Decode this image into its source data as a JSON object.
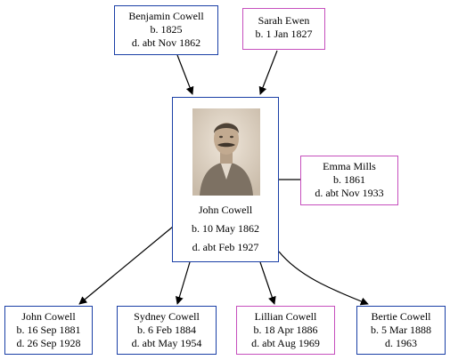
{
  "colors": {
    "male_border": "#1a3fa6",
    "female_border": "#c64fbd",
    "edge": "#000000"
  },
  "father": {
    "name": "Benjamin Cowell",
    "birth": "b. 1825",
    "death": "d. abt Nov 1862"
  },
  "mother": {
    "name": "Sarah Ewen",
    "birth": "b. 1 Jan 1827"
  },
  "person": {
    "name": "John Cowell",
    "birth": "b. 10 May 1862",
    "death": "d. abt Feb 1927",
    "photo": "sepia-portrait"
  },
  "spouse": {
    "name": "Emma Mills",
    "birth": "b. 1861",
    "death": "d. abt Nov 1933"
  },
  "children": [
    {
      "name": "John Cowell",
      "birth": "b. 16 Sep 1881",
      "death": "d. 26 Sep 1928"
    },
    {
      "name": "Sydney Cowell",
      "birth": "b. 6 Feb 1884",
      "death": "d. abt May 1954"
    },
    {
      "name": "Lillian Cowell",
      "birth": "b. 18 Apr 1886",
      "death": "d. abt Aug 1969"
    },
    {
      "name": "Bertie Cowell",
      "birth": "b. 5 Mar 1888",
      "death": "d. 1963"
    }
  ]
}
